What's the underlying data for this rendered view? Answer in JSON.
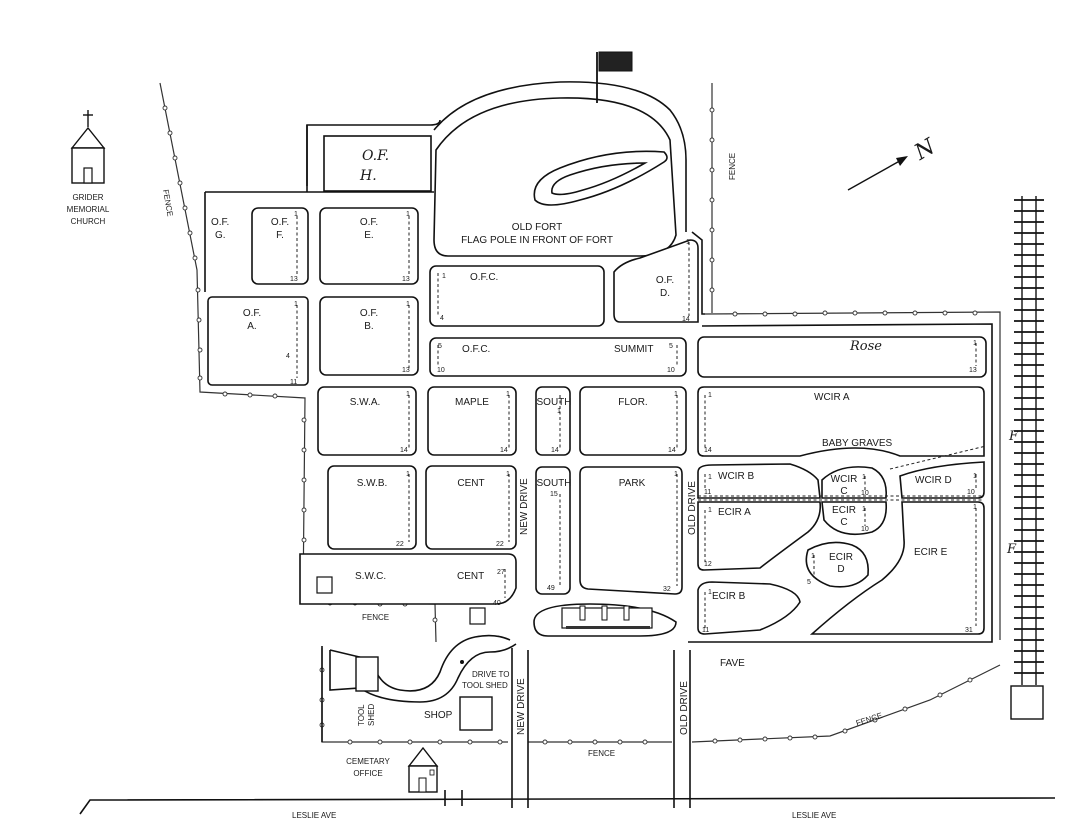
{
  "map": {
    "church": {
      "label_lines": [
        "GRIDER",
        "MEMORIAL",
        "CHURCH"
      ]
    },
    "north_symbol": "N",
    "fence_label": "FENCE",
    "fence_marker": "F",
    "streets": {
      "new_drive": "NEW DRIVE",
      "old_drive": "OLD DRIVE",
      "leslie_ave": "LESLIE AVE"
    },
    "old_fort": {
      "line1": "OLD FORT",
      "line2": "FLAG POLE IN FRONT OF FORT"
    },
    "sections": {
      "ofh": [
        "O.F.",
        "H."
      ],
      "ofg": [
        "O.F.",
        "G."
      ],
      "off": [
        "O.F.",
        "F."
      ],
      "ofe": [
        "O.F.",
        "E."
      ],
      "ofa": [
        "O.F.",
        "A."
      ],
      "ofb": [
        "O.F.",
        "B."
      ],
      "ofd": [
        "O.F.",
        "D."
      ],
      "ofc1": "O.F.C.",
      "ofc2": "O.F.C.",
      "summit": "SUMMIT",
      "rose": "Rose",
      "swa": "S.W.A.",
      "maple": "MAPLE",
      "south1": "SOUTH",
      "flor": "FLOR.",
      "wcir_a": "WCIR   A",
      "baby_graves": "BABY GRAVES",
      "swb": "S.W.B.",
      "cent1": "CENT",
      "south2": "SOUTH",
      "park": "PARK",
      "wcir_b": "WCIR   B",
      "wcir_c": [
        "WCIR",
        "C"
      ],
      "wcir_d": "WCIR   D",
      "ecir_a": "ECIR   A",
      "ecir_c": [
        "ECIR",
        "C"
      ],
      "ecir_d": [
        "ECIR",
        "D"
      ],
      "ecir_e": "ECIR   E",
      "ecir_b": "ECIR   B",
      "swc": "S.W.C.",
      "cent2": "CENT",
      "fave": "FAVE"
    },
    "row_numbers": {
      "one": "1",
      "n4": "4",
      "n5": "5",
      "n10": "10",
      "n11": "11",
      "n12": "12",
      "n13": "13",
      "n14": "14",
      "n15": "15",
      "n22": "22",
      "n27": "27",
      "n31": "31",
      "n32": "32",
      "n40": "40",
      "n49": "49"
    },
    "buildings": {
      "drive_to_tool_shed": [
        "DRIVE TO",
        "TOOL SHED"
      ],
      "tool_shed": [
        "TOOL",
        "SHED"
      ],
      "shop": "SHOP",
      "office": [
        "CEMETARY",
        "OFFICE"
      ]
    }
  }
}
